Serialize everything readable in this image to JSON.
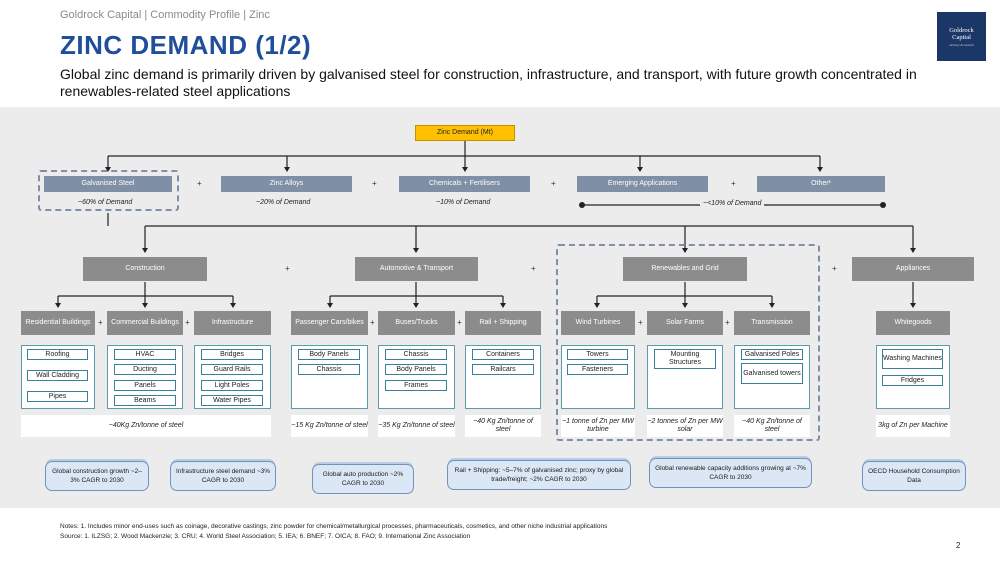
{
  "header": {
    "breadcrumb": "Goldrock Capital | Commodity Profile | Zinc",
    "title": "ZINC DEMAND (1/2)",
    "subtitle": "Global zinc demand is primarily driven by galvanised steel for construction, infrastructure, and transport, with future growth concentrated in renewables-related steel applications",
    "logo": {
      "line1": "Goldrock",
      "line2": "Capital",
      "tagline": "advisory & research"
    }
  },
  "diagram": {
    "root": "Zinc Demand (Mt)",
    "categories": [
      {
        "label": "Galvanised Steel",
        "share": "~60% of Demand"
      },
      {
        "label": "Zinc Alloys",
        "share": "~20% of Demand"
      },
      {
        "label": "Chemicals + Fertilisers",
        "share": "~10% of Demand"
      },
      {
        "label": "Emerging Applications",
        "share": ""
      },
      {
        "label": "Other¹",
        "share": ""
      }
    ],
    "emerging_other_share": "~<10% of Demand",
    "sectors": [
      "Construction",
      "Automotive & Transport",
      "Renewables and Grid",
      "Appliances"
    ],
    "subsectors": [
      "Residential Buildings",
      "Commercial Buildings",
      "Infrastructure",
      "Passenger Cars/bikes",
      "Buses/Trucks",
      "Rail + Shipping",
      "Wind Turbines",
      "Solar Farms",
      "Transmission",
      "Whitegoods"
    ],
    "end_uses": [
      [
        "Roofing",
        "Wall Cladding",
        "Pipes"
      ],
      [
        "HVAC",
        "Ducting",
        "Panels",
        "Beams"
      ],
      [
        "Bridges",
        "Guard Rails",
        "Light Poles",
        "Water Pipes"
      ],
      [
        "Body Panels",
        "Chassis"
      ],
      [
        "Chassis",
        "Body Panels",
        "Frames"
      ],
      [
        "Containers",
        "Railcars"
      ],
      [
        "Towers",
        "Fasteners"
      ],
      [
        "Mounting Structures"
      ],
      [
        "Galvanised Poles",
        "Galvanised towers"
      ],
      [
        "Washing Machines",
        "Fridges"
      ]
    ],
    "intensities": [
      "~40Kg Zn/tonne of steel",
      "~15 Kg Zn/tonne of steel",
      "~35 Kg Zn/tonne of steel",
      "~40 Kg Zn/tonne of steel",
      "~1 tonne of Zn per MW turbine",
      "~2 tonnes of Zn per MW solar",
      "~40 Kg Zn/tonne of steel",
      "3kg of Zn per Machine"
    ],
    "drivers": [
      "Global construction growth ~2–3% CAGR to 2030",
      "Infrastructure steel demand ~3% CAGR to 2030",
      "Global auto production ~2% CAGR to 2030",
      "Rail + Shipping: ~5–7% of galvanised zinc; proxy by global trade/freight; ~2% CAGR to 2030",
      "Global renewable capacity additions growing at ~7% CAGR to 2030",
      "OECD Household Consumption Data"
    ],
    "plus_sign": "+"
  },
  "footer": {
    "notes": "Notes: 1. Includes minor end-uses such as coinage, decorative castings, zinc powder for chemical/metallurgical processes, pharmaceuticals, cosmetics, and other niche industrial applications",
    "source": "Source:  1. ILZSG; 2. Wood Mackenzie; 3. CRU; 4. World Steel Association; 5. IEA; 6. BNEF; 7. OICA; 8. FAO; 9. International Zinc Association",
    "page_number": "2"
  },
  "colors": {
    "title": "#1f4e9a",
    "root": "#ffc000",
    "category": "#7f8fa6",
    "node": "#8c8c8c",
    "driver": "#dbe7f4",
    "logo": "#1b3768"
  }
}
